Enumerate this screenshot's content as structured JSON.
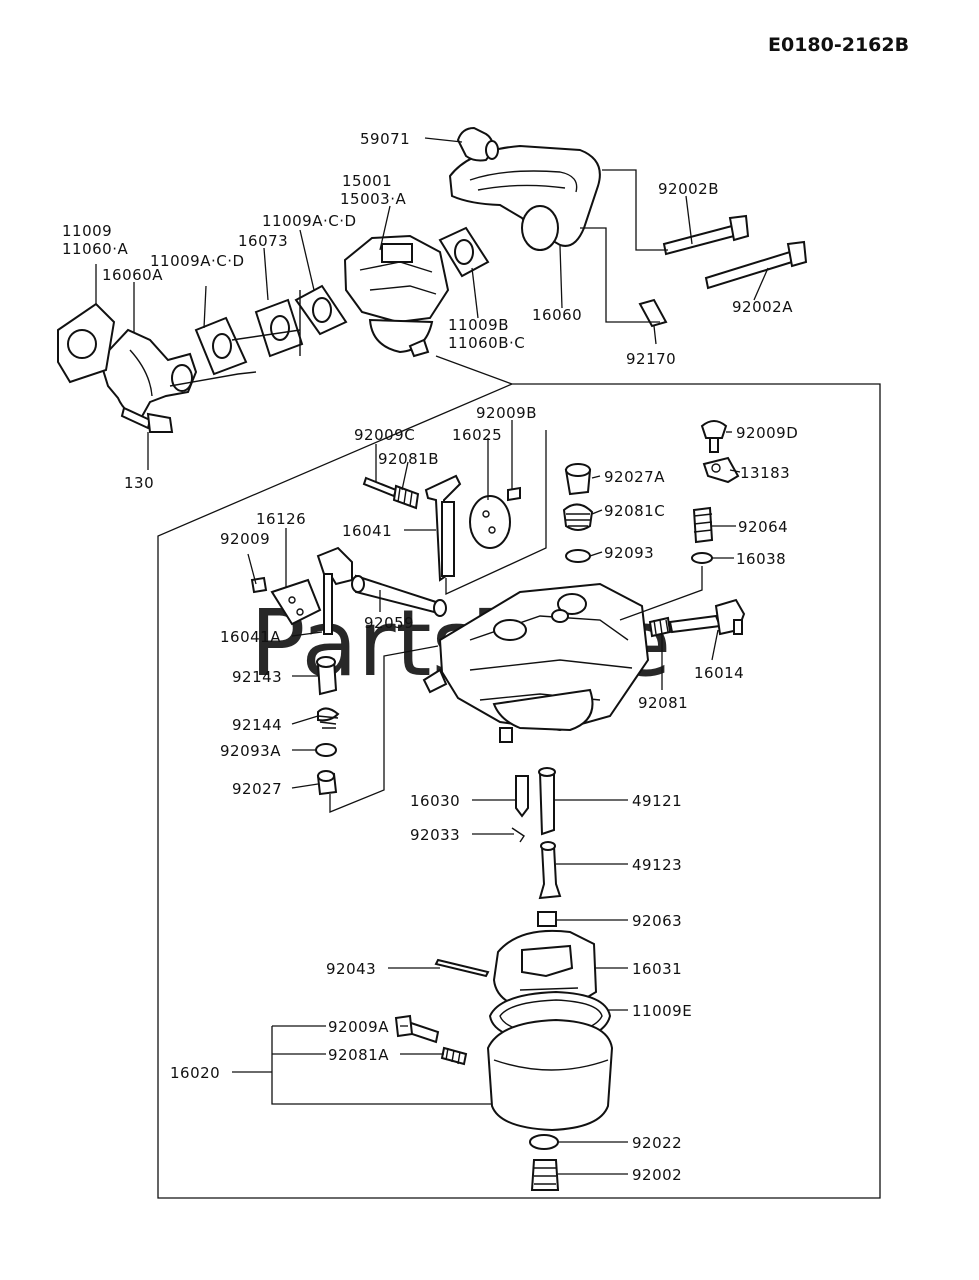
{
  "diagram_code": "E0180-2162B",
  "watermark": "PartsTree",
  "labels": {
    "p59071": "59071",
    "p15001": "15001",
    "p15003A": "15003·A",
    "p92002B": "92002B",
    "p92002A": "92002A",
    "p11009": "11009",
    "p11060A": "11060·A",
    "p11009ACD_a": "11009A·C·D",
    "p16073": "16073",
    "p11009ACD_b": "11009A·C·D",
    "p16060A": "16060A",
    "p11009B": "11009B",
    "p11060BC": "11060B·C",
    "p16060": "16060",
    "p92170": "92170",
    "p130": "130",
    "p92009B": "92009B",
    "p92009C": "92009C",
    "p16025": "16025",
    "p92081B": "92081B",
    "p92009D": "92009D",
    "p13183": "13183",
    "p92027A": "92027A",
    "p16041": "16041",
    "p92081C": "92081C",
    "p92064": "92064",
    "p16126": "16126",
    "p92093": "92093",
    "p16038": "16038",
    "p92009": "92009",
    "p92059": "92059",
    "p16041A": "16041A",
    "p16014": "16014",
    "p92143": "92143",
    "p92081": "92081",
    "p92144": "92144",
    "p92093A": "92093A",
    "p92027": "92027",
    "p16030": "16030",
    "p49121": "49121",
    "p92033": "92033",
    "p49123": "49123",
    "p92063": "92063",
    "p92043": "92043",
    "p16031": "16031",
    "p11009E": "11009E",
    "p92009A": "92009A",
    "p92081A": "92081A",
    "p16020": "16020",
    "p92022": "92022",
    "p92002": "92002"
  }
}
